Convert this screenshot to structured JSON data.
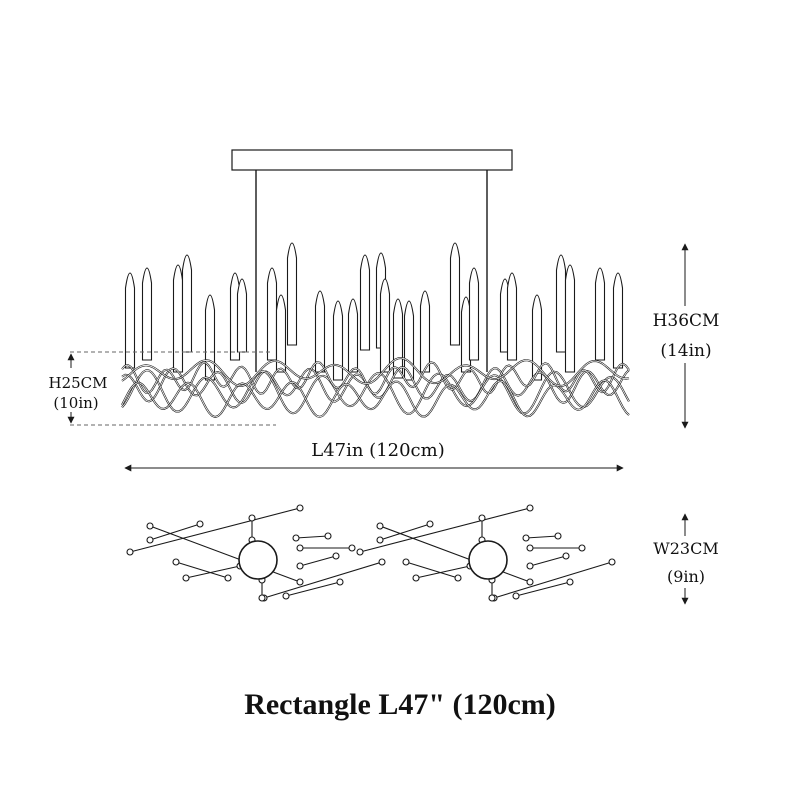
{
  "dimensions": {
    "height_total_cm": "H36CM",
    "height_total_in": "(14in)",
    "height_body_cm": "H25CM",
    "height_body_in": "(10in)",
    "length": "L47in (120cm)",
    "width_cm": "W23CM",
    "width_in": "(9in)"
  },
  "caption": "Rectangle L47\" (120cm)",
  "colors": {
    "line": "#1a1a1a",
    "dash": "#666666"
  }
}
